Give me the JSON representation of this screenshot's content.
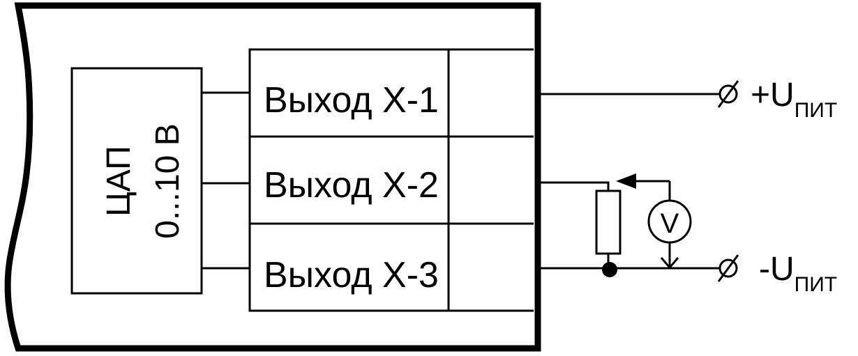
{
  "dac": {
    "line1": "ЦАП",
    "line2": "0...10 В"
  },
  "terminals": [
    {
      "label": "Выход Х-1"
    },
    {
      "label": "Выход Х-2"
    },
    {
      "label": "Выход Х-3"
    }
  ],
  "supply": {
    "positive": {
      "sign": "+U",
      "subscript": "ПИТ"
    },
    "negative": {
      "sign": "-U",
      "subscript": "ПИТ"
    }
  },
  "voltmeter": {
    "label": "V"
  },
  "colors": {
    "stroke": "#000000",
    "background": "#ffffff"
  }
}
